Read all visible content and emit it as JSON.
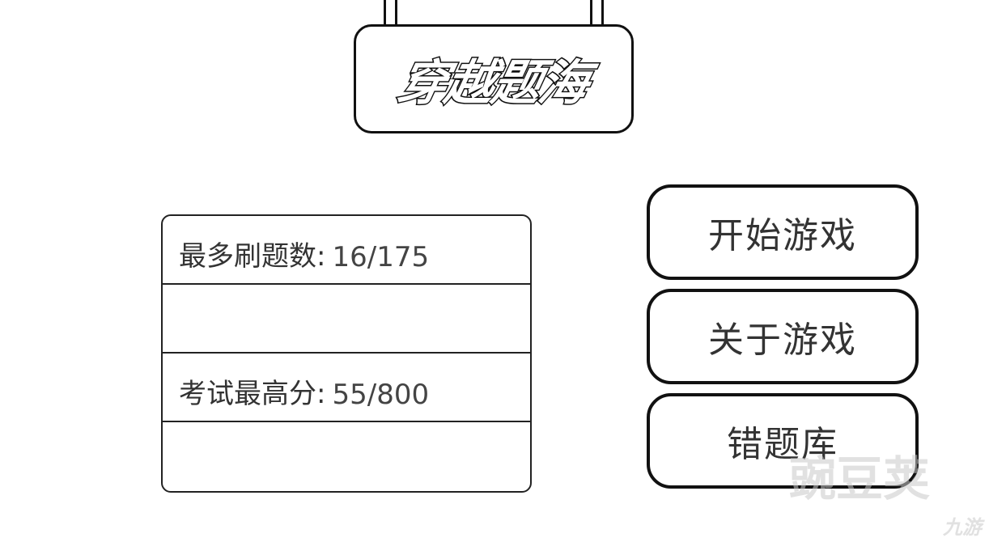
{
  "title": "穿越题海",
  "stats": [
    {
      "label": "最多刷题数:",
      "value": "16/175"
    },
    {
      "label": "",
      "value": ""
    },
    {
      "label": "考试最高分:",
      "value": "55/800"
    },
    {
      "label": "",
      "value": ""
    }
  ],
  "buttons": {
    "start": "开始游戏",
    "about": "关于游戏",
    "mistakes": "错题库"
  },
  "watermarks": [
    "豌豆荚",
    "九游"
  ]
}
